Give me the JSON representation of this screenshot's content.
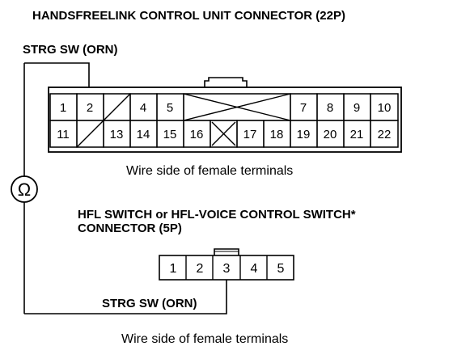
{
  "title": "HANDSFREELINK CONTROL UNIT CONNECTOR (22P)",
  "wire_label_top": "STRG SW (ORN)",
  "connector_22p": {
    "row1": [
      "1",
      "2",
      "",
      "4",
      "5",
      "",
      "",
      "7",
      "8",
      "9",
      "10"
    ],
    "row2": [
      "11",
      "",
      "13",
      "14",
      "15",
      "16",
      "",
      "17",
      "18",
      "19",
      "20",
      "21",
      "22"
    ],
    "caption": "Wire side of female terminals"
  },
  "meter_symbol": "Ω",
  "switch_title_line1": "HFL SWITCH or HFL-VOICE CONTROL SWITCH*",
  "switch_title_line2": "CONNECTOR (5P)",
  "connector_5p": {
    "pins": [
      "1",
      "2",
      "3",
      "4",
      "5"
    ],
    "caption": "Wire side of female terminals"
  },
  "wire_label_bottom": "STRG SW (ORN)"
}
